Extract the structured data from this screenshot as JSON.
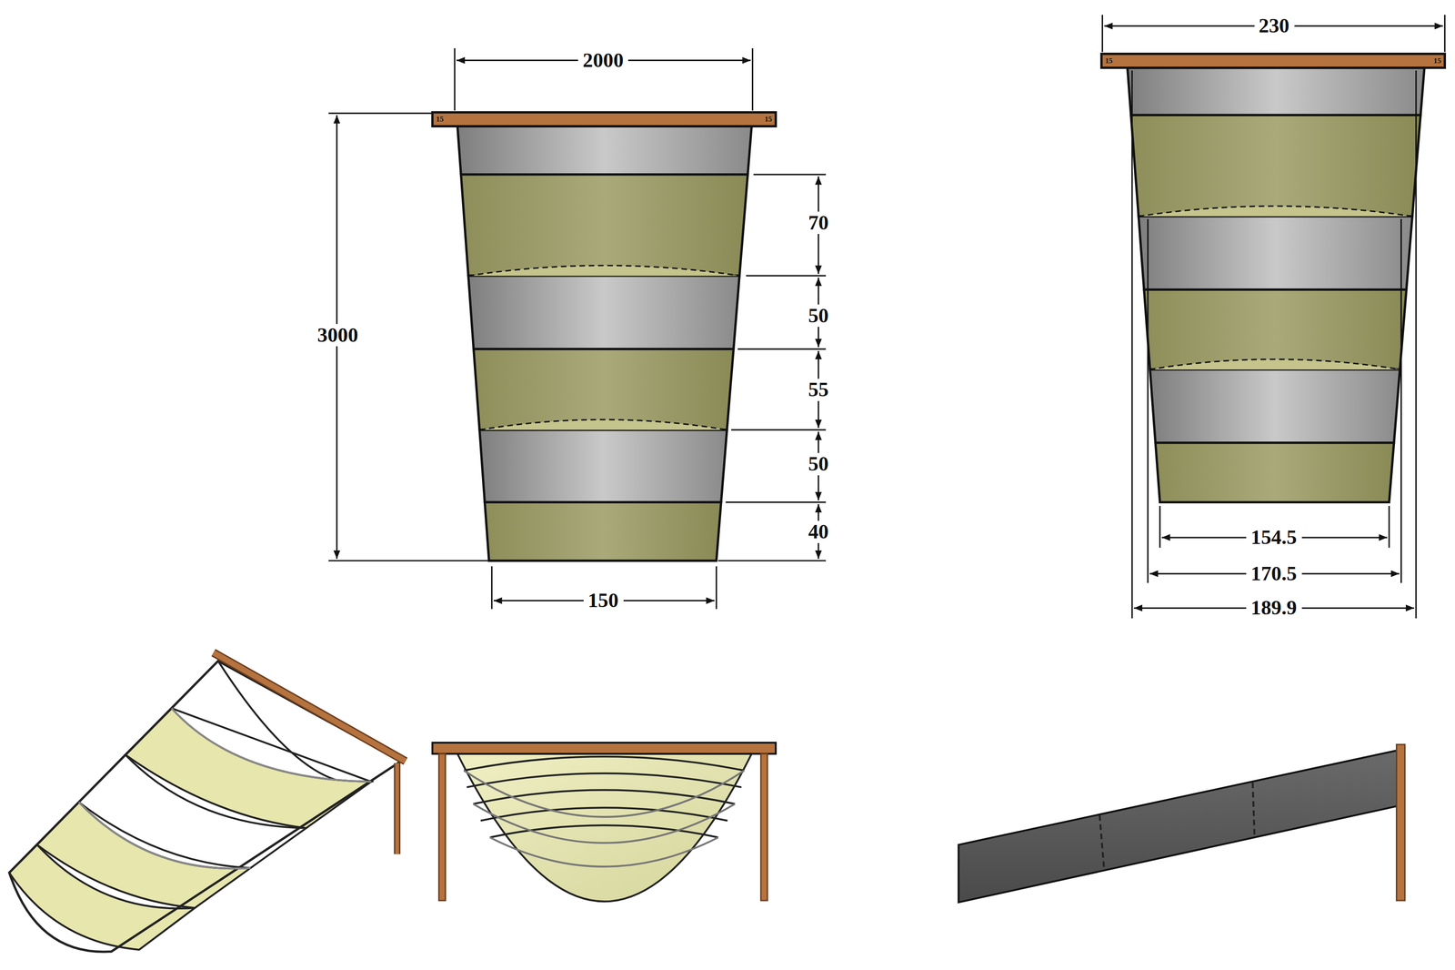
{
  "diagram": {
    "labels": [
      "2000",
      "15",
      "15",
      "3000",
      "70",
      "50",
      "55",
      "50",
      "40",
      "150",
      "230",
      "15",
      "15",
      "154.5",
      "170.5",
      "189.9"
    ]
  }
}
